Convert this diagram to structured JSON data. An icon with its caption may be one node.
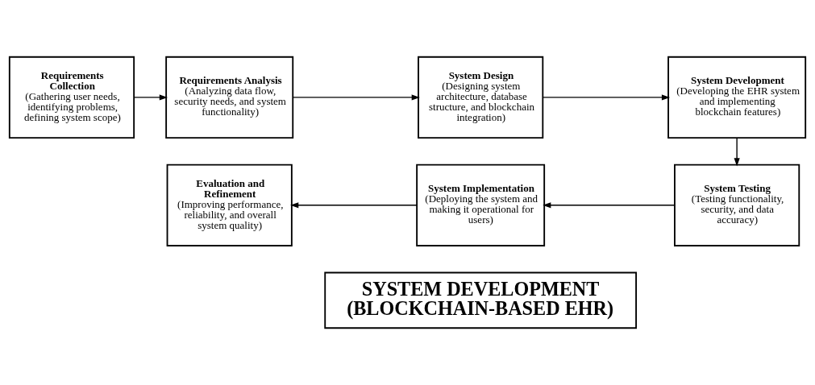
{
  "diagram": {
    "nodes": [
      {
        "text": [
          "SYSTEM DEVELOPMENT (BLOCKCHAIN-BASED EHR)"
        ]
      },
      {
        "text": [
          "Requirements Collection",
          "(Gathering user needs, identifying problems, defining system scope)"
        ]
      },
      {
        "text": [
          "Requirements Analysis",
          "(Analyzing data flow, security needs, and system functionality)"
        ]
      },
      {
        "text": [
          "System Design",
          "(Designing system architecture, database structure, and blockchain integration)"
        ]
      },
      {
        "text": [
          "System Development",
          "(Developing the EHR system and implementing blockchain features)"
        ]
      },
      {
        "text": [
          "System Testing",
          "(Testing functionality, security, and data accuracy)"
        ]
      },
      {
        "text": [
          "System Implementation",
          "(Deploying the system and making it operational for users)"
        ]
      },
      {
        "text": [
          "Evaluation and Refinement",
          "(Improving performance, reliability, and overall system quality)"
        ]
      }
    ],
    "edges": [
      {
        "from": 1,
        "to": 2,
        "arrow": "to"
      },
      {
        "from": 2,
        "to": 3,
        "arrow": "to"
      },
      {
        "from": 3,
        "to": 4,
        "arrow": "to"
      },
      {
        "from": 4,
        "to": 5,
        "arrow": "to"
      },
      {
        "from": 5,
        "to": 6,
        "arrow": "to"
      },
      {
        "from": 6,
        "to": 7,
        "arrow": "to"
      }
    ]
  }
}
